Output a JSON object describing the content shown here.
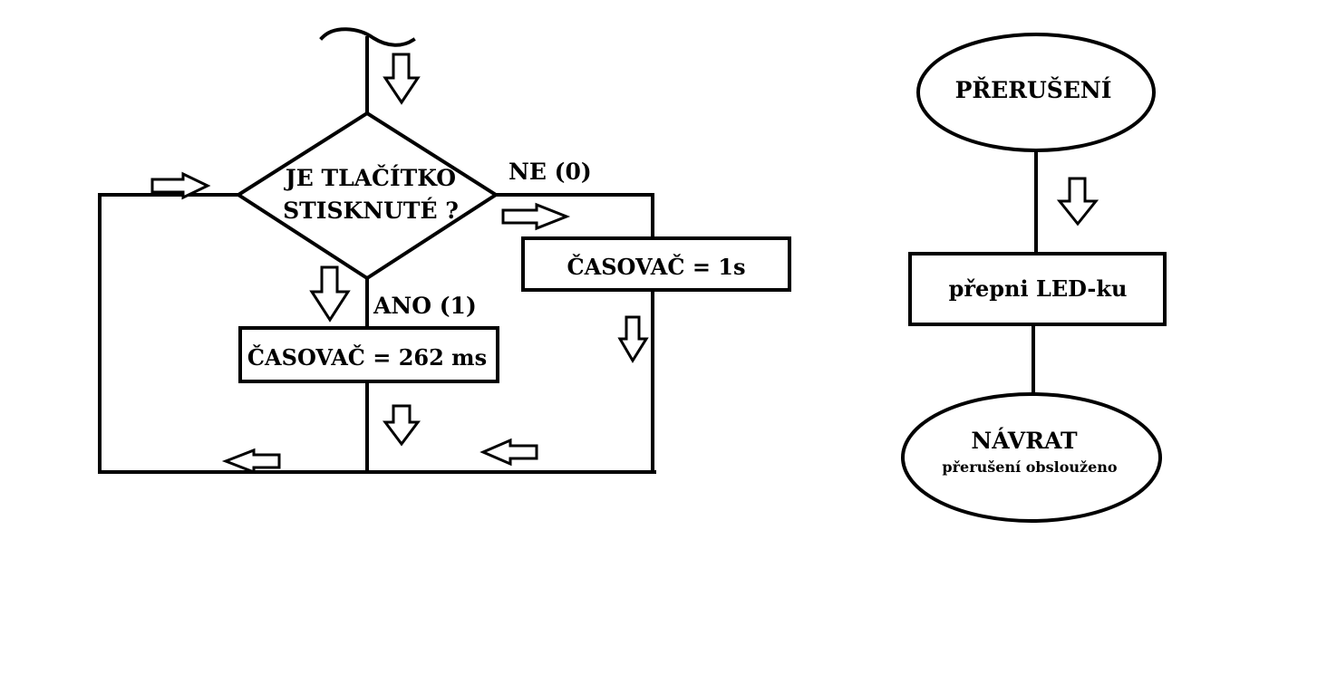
{
  "flowchart_left": {
    "decision": {
      "line1": "JE TLAČÍTKO",
      "line2": "STISKNUTÉ ?"
    },
    "branch_no_label": "NE (0)",
    "branch_yes_label": "ANO (1)",
    "process_no": "ČASOVAČ = 1s",
    "process_yes": "ČASOVAČ = 262 ms"
  },
  "flowchart_right": {
    "start": "PŘERUŠENÍ",
    "process": "přepni LED-ku",
    "end_title": "NÁVRAT",
    "end_subtitle": "přerušení obslouženo"
  }
}
